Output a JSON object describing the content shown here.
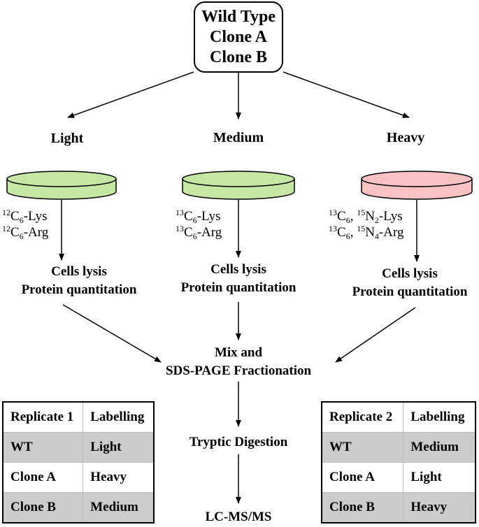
{
  "source": {
    "lines": [
      "Wild Type",
      "Clone A",
      "Clone B"
    ]
  },
  "branches": [
    {
      "label": "Light",
      "dish_color": "#c6e6a4",
      "reagents": [
        {
          "sup": "12",
          "base": "C",
          "sub": "6",
          "rest": "-Lys"
        },
        {
          "sup": "12",
          "base": "C",
          "sub": "6",
          "rest": "-Arg"
        }
      ],
      "step": [
        "Cells lysis",
        "Protein quantitation"
      ]
    },
    {
      "label": "Medium",
      "dish_color": "#c6e6a4",
      "reagents": [
        {
          "sup": "13",
          "base": "C",
          "sub": "6",
          "rest": "-Lys"
        },
        {
          "sup": "13",
          "base": "C",
          "sub": "6",
          "rest": "-Arg"
        }
      ],
      "step": [
        "Cells lysis",
        "Protein quantitation"
      ]
    },
    {
      "label": "Heavy",
      "dish_color": "#f8c2c2",
      "reagents": [
        {
          "sup": "13",
          "base": "C",
          "sub": "6",
          "rest": ", ",
          "sup2": "15",
          "base2": "N",
          "sub2": "2",
          "rest2": "-Lys"
        },
        {
          "sup": "13",
          "base": "C",
          "sub": "6",
          "rest": ", ",
          "sup2": "15",
          "base2": "N",
          "sub2": "4",
          "rest2": "-Arg"
        }
      ],
      "step": [
        "Cells lysis",
        "Protein quantitation"
      ]
    }
  ],
  "mix": [
    "Mix and",
    "SDS-PAGE Fractionation"
  ],
  "digestion": "Tryptic Digestion",
  "analysis": "LC-MS/MS",
  "replicate1": {
    "headers": [
      "Replicate 1",
      "Labelling"
    ],
    "rows": [
      [
        "WT",
        "Light"
      ],
      [
        "Clone A",
        "Heavy"
      ],
      [
        "Clone B",
        "Medium"
      ]
    ]
  },
  "replicate2": {
    "headers": [
      "Replicate 2",
      "Labelling"
    ],
    "rows": [
      [
        "WT",
        "Medium"
      ],
      [
        "Clone A",
        "Light"
      ],
      [
        "Clone B",
        "Heavy"
      ]
    ]
  }
}
